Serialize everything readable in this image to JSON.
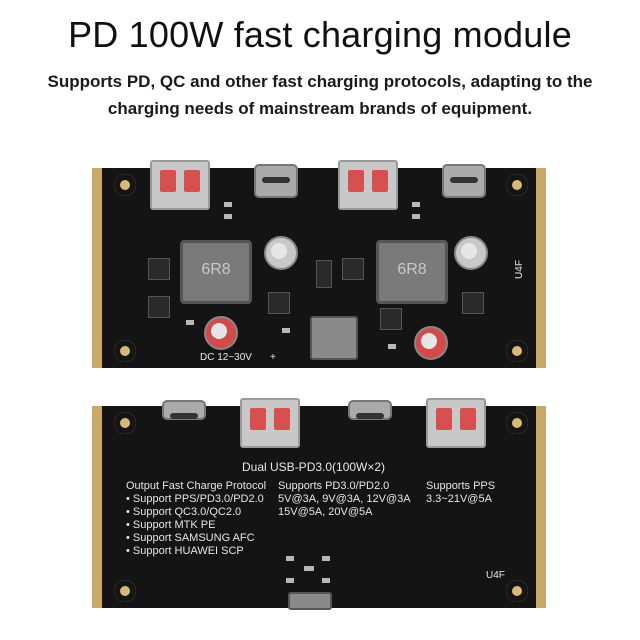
{
  "headline": "PD 100W fast charging module",
  "subline_1": "Supports PD, QC and other fast charging protocols, adapting to the",
  "subline_2": "charging needs of mainstream brands of equipment.",
  "top_board": {
    "inductor_text_1": "6R8",
    "inductor_text_2": "6R8",
    "dc_label": "DC 12~30V",
    "plus": "+",
    "model": "U4F"
  },
  "bottom_board": {
    "title": "Dual USB-PD3.0(100W×2)",
    "col1_heading": "Output Fast Charge Protocol",
    "col1_items": [
      "Support PPS/PD3.0/PD2.0",
      "Support QC3.0/QC2.0",
      "Support MTK PE",
      "Support SAMSUNG AFC",
      "Support HUAWEI SCP"
    ],
    "col2_heading": "Supports PD3.0/PD2.0",
    "col2_line1": "5V@3A, 9V@3A, 12V@3A",
    "col2_line2": "15V@5A, 20V@5A",
    "col3_heading": "Supports PPS",
    "col3_line1": "3.3~21V@5A",
    "model": "U4F"
  },
  "colors": {
    "board": "#141414",
    "gold": "#c9a96a",
    "silk": "#e8e8e8"
  }
}
